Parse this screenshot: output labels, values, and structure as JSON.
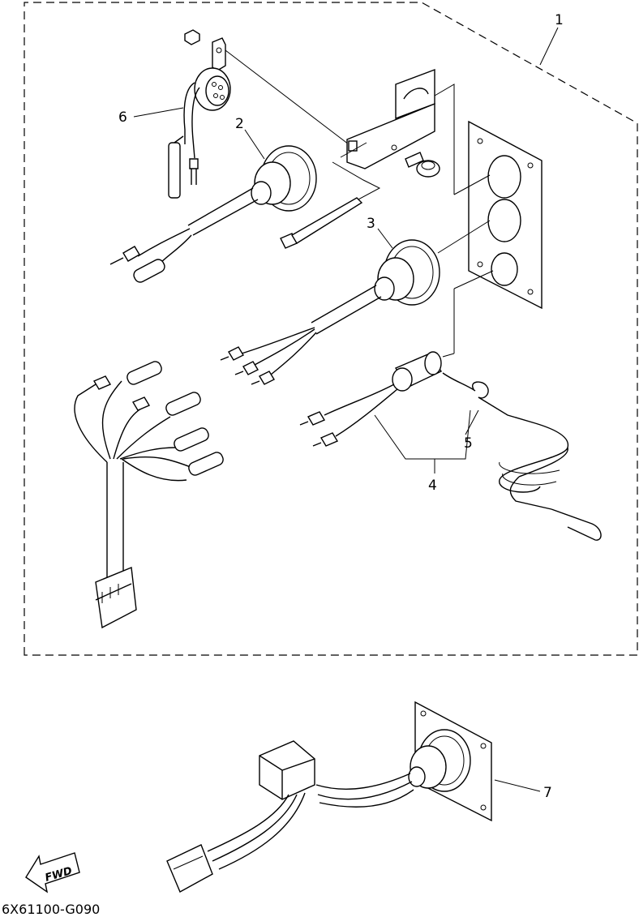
{
  "diagram": {
    "callouts": [
      "1",
      "2",
      "3",
      "4",
      "5",
      "6",
      "7"
    ],
    "direction_badge": "FWD",
    "drawing_code": "6X61100-G090"
  },
  "colors": {
    "ink": "#000000",
    "paper": "#ffffff"
  }
}
